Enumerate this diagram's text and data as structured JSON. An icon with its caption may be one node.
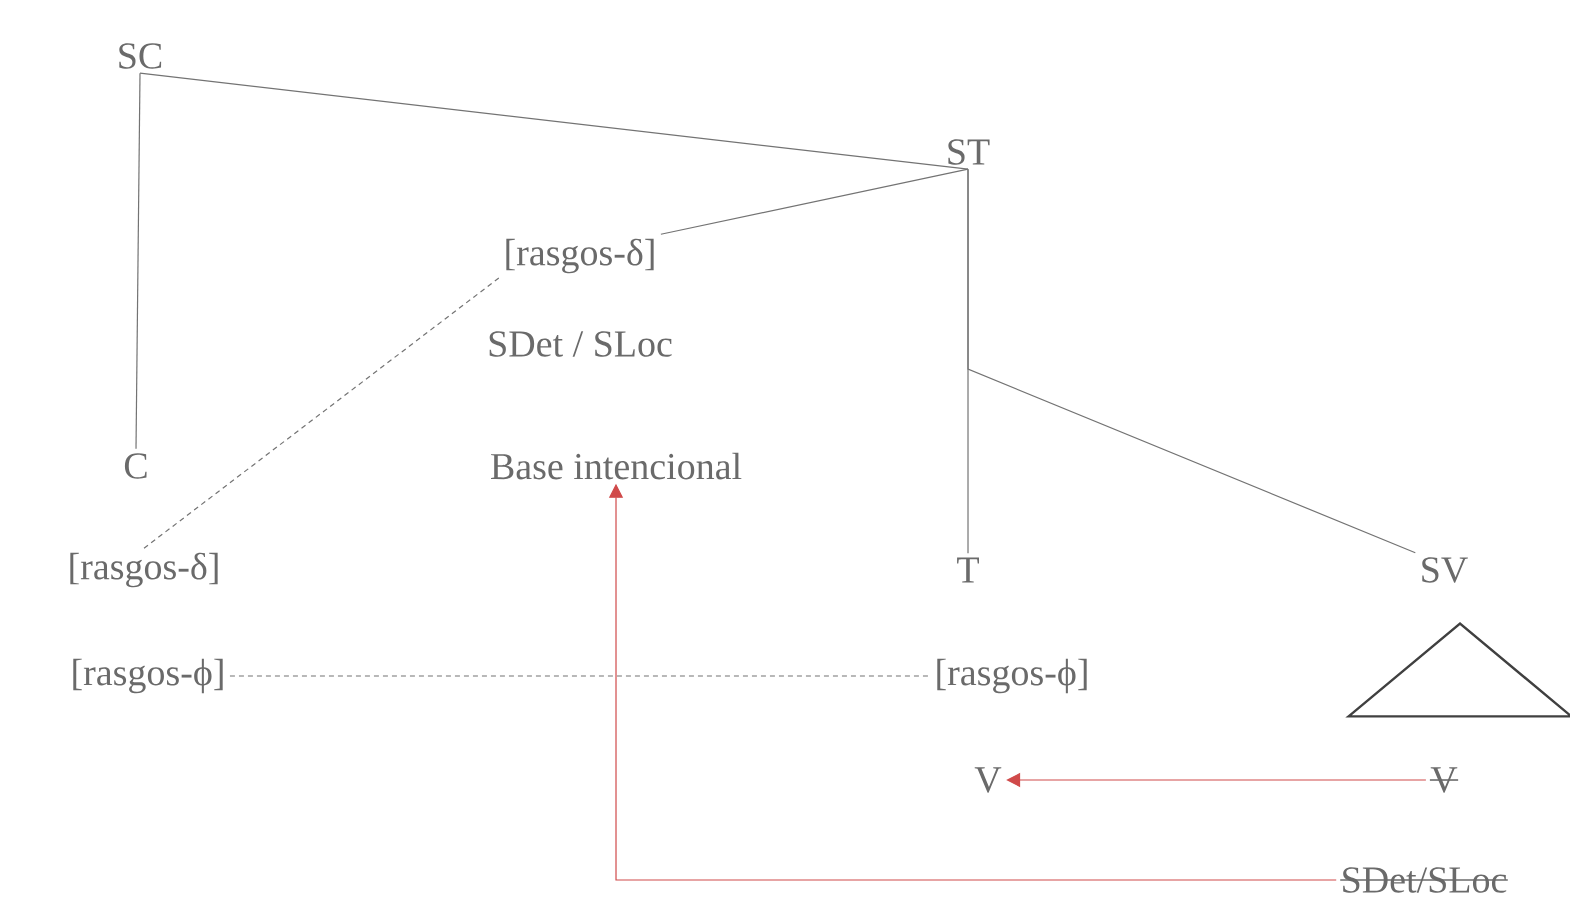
{
  "diagram": {
    "nodes": [
      {
        "text": [
          "SC"
        ]
      },
      {
        "text": [
          "ST"
        ]
      },
      {
        "text": [
          "[rasgos-δ]"
        ]
      },
      {
        "text": [
          "SDet / SLoc"
        ]
      },
      {
        "text": [
          "Base intencional"
        ]
      },
      {
        "text": [
          "C"
        ]
      },
      {
        "text": [
          "[rasgos-δ]"
        ]
      },
      {
        "text": [
          "[rasgos-ϕ]"
        ]
      },
      {
        "text": [
          "T"
        ]
      },
      {
        "text": [
          "[rasgos-ϕ]"
        ]
      },
      {
        "text": [
          "V"
        ]
      },
      {
        "text": [
          "SV"
        ]
      },
      {
        "text": [
          "V"
        ]
      },
      {
        "text": [
          "SDet/SLoc"
        ]
      },
      {
        "text": [],
        "shape": "triangle"
      }
    ],
    "edges": [
      {
        "from": 0,
        "to": 1,
        "arrow": "none"
      },
      {
        "from": 0,
        "to": 5,
        "arrow": "none"
      },
      {
        "from": 1,
        "to": 2,
        "arrow": "none"
      },
      {
        "from": 1,
        "to": 8,
        "arrow": "none"
      },
      {
        "from": 1,
        "to": 11,
        "arrow": "none"
      },
      {
        "from": 6,
        "to": 2,
        "arrow": "none",
        "style": "dashed"
      },
      {
        "from": 7,
        "to": 9,
        "arrow": "none",
        "style": "dashed"
      },
      {
        "from": 12,
        "to": 10,
        "arrow": "to",
        "color": "#d04a4a"
      },
      {
        "from": 13,
        "to": 4,
        "arrow": "to",
        "color": "#d04a4a"
      }
    ]
  }
}
